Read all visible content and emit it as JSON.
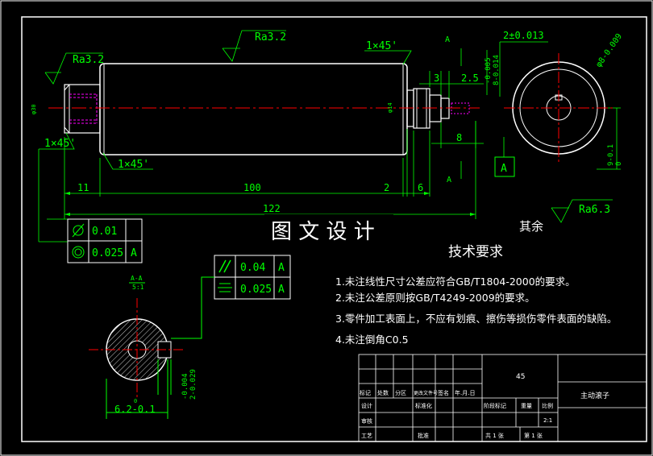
{
  "drawing": {
    "watermark": "图 文 设 计",
    "roughness": {
      "top": "Ra3.2",
      "left": "Ra3.2",
      "other": "其余",
      "other_value": "Ra6.3"
    },
    "chamfers": {
      "top": "1×45'",
      "left": "1×45'",
      "bottom": "1×45'"
    },
    "dims": {
      "d11": "11",
      "d100": "100",
      "d2": "2",
      "d6": "6",
      "d122": "122",
      "d3": "3",
      "d25": "2.5",
      "d8": "8",
      "tol_key": "2±0.013",
      "tol_right1": "-0.005",
      "tol_right2": "8-0.014",
      "tol_circle": "φ8-0.009",
      "tol_vert": "9-0.1",
      "tol_vert2": "0",
      "left_small": "φ30",
      "mid_small": "φ14",
      "sec_label": "A-A",
      "sec_scale": "5:1",
      "sec_width": "6.2-0.1",
      "sec_width2": "0",
      "sec_key": "2-0.029",
      "sec_key2": "-0.004"
    },
    "datum": "A",
    "section_mark": "A",
    "gdt1": [
      {
        "symbol": "runout-icon",
        "value": "0.01",
        "datum": ""
      },
      {
        "symbol": "concentric-icon",
        "value": "0.025",
        "datum": "A"
      }
    ],
    "gdt2": [
      {
        "symbol": "parallel-icon",
        "value": "0.04",
        "datum": "A"
      },
      {
        "symbol": "symmetry-icon",
        "value": "0.025",
        "datum": "A"
      }
    ]
  },
  "notes": {
    "title": "技术要求",
    "items": [
      "1.未注线性尺寸公差应符合GB/T1804-2000的要求。",
      "2.未注公差原则按GB/T4249-2009的要求。",
      "3.零件加工表面上，不应有划痕、擦伤等损伤零件表面的缺陷。",
      "4.未注倒角C0.5"
    ]
  },
  "title_block": {
    "material": "45",
    "part_name": "主动滚子",
    "row1": [
      "标记",
      "处数",
      "分区",
      "更改文件号",
      "签名",
      "年.月.日"
    ],
    "row2": [
      "设计",
      "",
      "标准化"
    ],
    "stage": "阶段标记",
    "weight": "重量",
    "scale": "比例",
    "scale_value": "2:1",
    "audit": "审核",
    "craft": "工艺",
    "approve": "批准",
    "sheets_total": "共 1 张",
    "sheet_no": "第 1 张"
  },
  "colors": {
    "line": "#00ff00",
    "center": "#ff0000",
    "hidden": "#ff00ff",
    "outline": "#ffffff",
    "bg": "#000000"
  }
}
